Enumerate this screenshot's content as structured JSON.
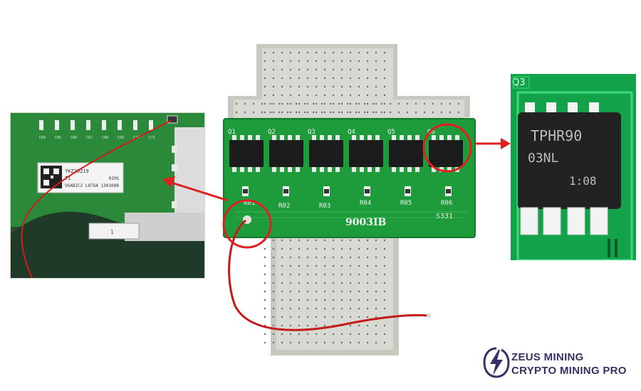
{
  "board": {
    "mosfets": [
      "Q1",
      "Q2",
      "Q3",
      "Q4",
      "Q5",
      "Q6"
    ],
    "resistors": [
      "R01",
      "R02",
      "R03",
      "R04",
      "R05",
      "R06"
    ],
    "board_code": "9003IB",
    "silk_code": "S331"
  },
  "right_inset": {
    "corner_label": "Q3",
    "chip_line1": "TPHR90",
    "chip_line2": "03NL",
    "chip_line3": "1:08"
  },
  "left_inset": {
    "sticker_line1": "YKZ20219",
    "sticker_line2": "T1",
    "sticker_line3": "VGABIC2 L8T6A 1301088",
    "sticker_code": "RIM1",
    "pad_labels": [
      "C64",
      "C65",
      "C66",
      "C67",
      "C68",
      "C69",
      "C70",
      "C71"
    ],
    "box_number": "1"
  },
  "logo": {
    "line1": "ZEUS MINING",
    "line2": "CRYPTO MINING PRO",
    "brand_color": "#3b2f63"
  },
  "colors": {
    "pcb_green": "#1e9b3a",
    "annotation_red": "#e02020",
    "heatsink": "#d4d4d0"
  }
}
